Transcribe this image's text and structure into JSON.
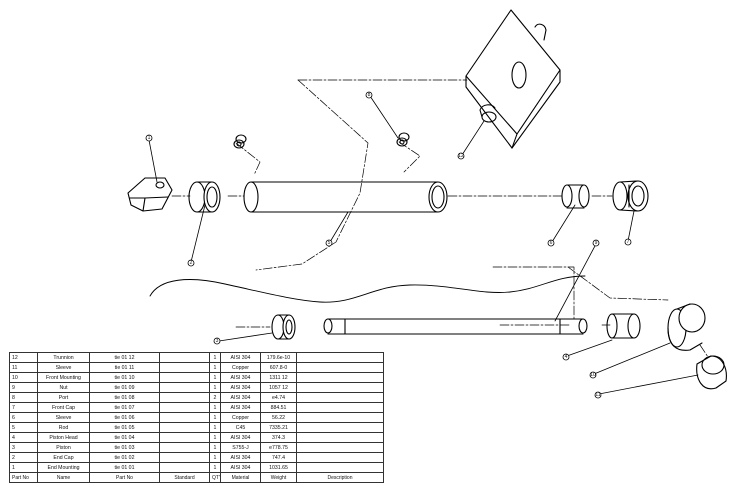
{
  "balloons": [
    "1",
    "2",
    "3",
    "4",
    "5",
    "6",
    "7",
    "8",
    "9",
    "10",
    "11",
    "12"
  ],
  "bom": {
    "headers": [
      "Part No",
      "Name",
      "Part No",
      "Standard",
      "QTY",
      "Material",
      "Weight",
      "Description"
    ],
    "rows": [
      [
        "12",
        "Trunnion",
        "tie 01 12",
        "",
        "1",
        "AISI 304",
        "179.6e-10",
        ""
      ],
      [
        "11",
        "Sleeve",
        "tie 01 11",
        "",
        "1",
        "Copper",
        "607.8-0",
        ""
      ],
      [
        "10",
        "Front Mounting",
        "tie 01 10",
        "",
        "1",
        "AISI 304",
        "1311 12",
        ""
      ],
      [
        "9",
        "Nut",
        "tie 01 09",
        "",
        "1",
        "AISI 304",
        "1057 12",
        ""
      ],
      [
        "8",
        "Port",
        "tie 01 08",
        "",
        "2",
        "AISI 304",
        "e4.74",
        ""
      ],
      [
        "7",
        "Front Cap",
        "tie 01 07",
        "",
        "1",
        "AISI 304",
        "884.51",
        ""
      ],
      [
        "6",
        "Sleeve",
        "tie 01 06",
        "",
        "1",
        "Copper",
        "56.22",
        ""
      ],
      [
        "5",
        "Rod",
        "tie 01 05",
        "",
        "1",
        "C45",
        "7335.21",
        ""
      ],
      [
        "4",
        "Piston Head",
        "tie 01 04",
        "",
        "1",
        "AISI 304",
        "374.3",
        ""
      ],
      [
        "3",
        "Piston",
        "tie 01 03",
        "",
        "1",
        "S755-J",
        "e778.75",
        ""
      ],
      [
        "2",
        "End Cap",
        "tie 01 02",
        "",
        "1",
        "AISI 304",
        "747.4",
        ""
      ],
      [
        "1",
        "End Mounting",
        "tie 01 01",
        "",
        "1",
        "AISI 304",
        "1031.65",
        ""
      ]
    ]
  }
}
